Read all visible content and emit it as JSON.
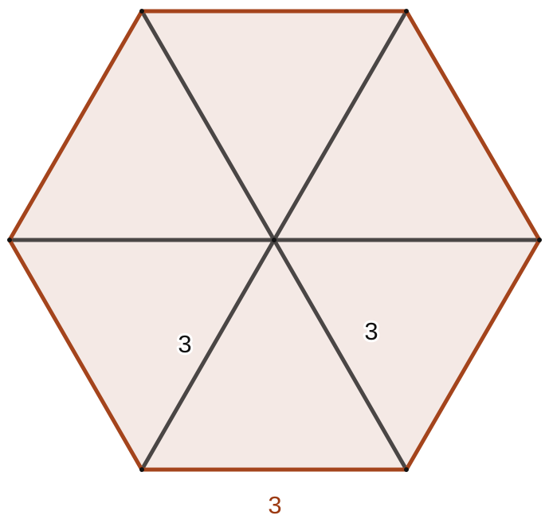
{
  "colors": {
    "fill": "#f4e9e5",
    "edge": "#a4441c",
    "spoke": "#4a4645",
    "vertex": "#111111",
    "side_label": "#9c3a12",
    "inner_label": "#111111"
  },
  "labels": {
    "spoke_left": "3",
    "spoke_right": "3",
    "bottom_side": "3"
  }
}
